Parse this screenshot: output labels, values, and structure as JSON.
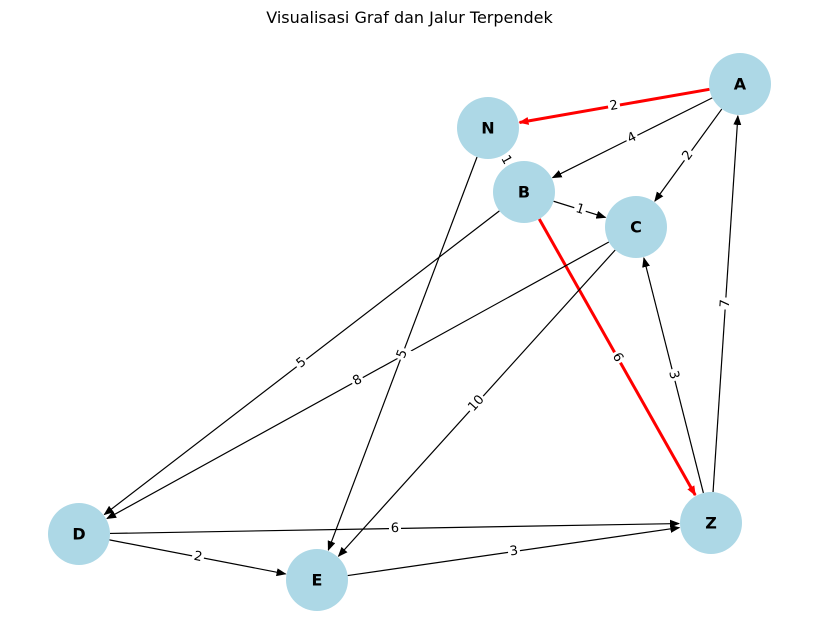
{
  "title": "Visualisasi Graf dan Jalur Terpendek",
  "colors": {
    "node_fill": "#add8e6",
    "edge": "#000000",
    "path": "#ff0000",
    "label_bg": "#ffffff",
    "text": "#000000"
  },
  "nodes": [
    {
      "id": "A",
      "label": "A"
    },
    {
      "id": "N",
      "label": "N"
    },
    {
      "id": "B",
      "label": "B"
    },
    {
      "id": "C",
      "label": "C"
    },
    {
      "id": "D",
      "label": "D"
    },
    {
      "id": "E",
      "label": "E"
    },
    {
      "id": "Z",
      "label": "Z"
    }
  ],
  "edges": [
    {
      "from": "A",
      "to": "N",
      "weight": "2",
      "highlight": true
    },
    {
      "from": "A",
      "to": "B",
      "weight": "4",
      "highlight": false
    },
    {
      "from": "A",
      "to": "C",
      "weight": "2",
      "highlight": false
    },
    {
      "from": "N",
      "to": "B",
      "weight": "1",
      "highlight": true
    },
    {
      "from": "N",
      "to": "E",
      "weight": "5",
      "highlight": false
    },
    {
      "from": "B",
      "to": "C",
      "weight": "1",
      "highlight": false
    },
    {
      "from": "B",
      "to": "D",
      "weight": "5",
      "highlight": false
    },
    {
      "from": "B",
      "to": "Z",
      "weight": "6",
      "highlight": true
    },
    {
      "from": "C",
      "to": "D",
      "weight": "8",
      "highlight": false
    },
    {
      "from": "C",
      "to": "E",
      "weight": "10",
      "highlight": false
    },
    {
      "from": "D",
      "to": "E",
      "weight": "2",
      "highlight": false
    },
    {
      "from": "D",
      "to": "Z",
      "weight": "6",
      "highlight": false
    },
    {
      "from": "E",
      "to": "Z",
      "weight": "3",
      "highlight": false
    },
    {
      "from": "Z",
      "to": "C",
      "weight": "3",
      "highlight": false
    },
    {
      "from": "Z",
      "to": "A",
      "weight": "7",
      "highlight": false
    }
  ]
}
